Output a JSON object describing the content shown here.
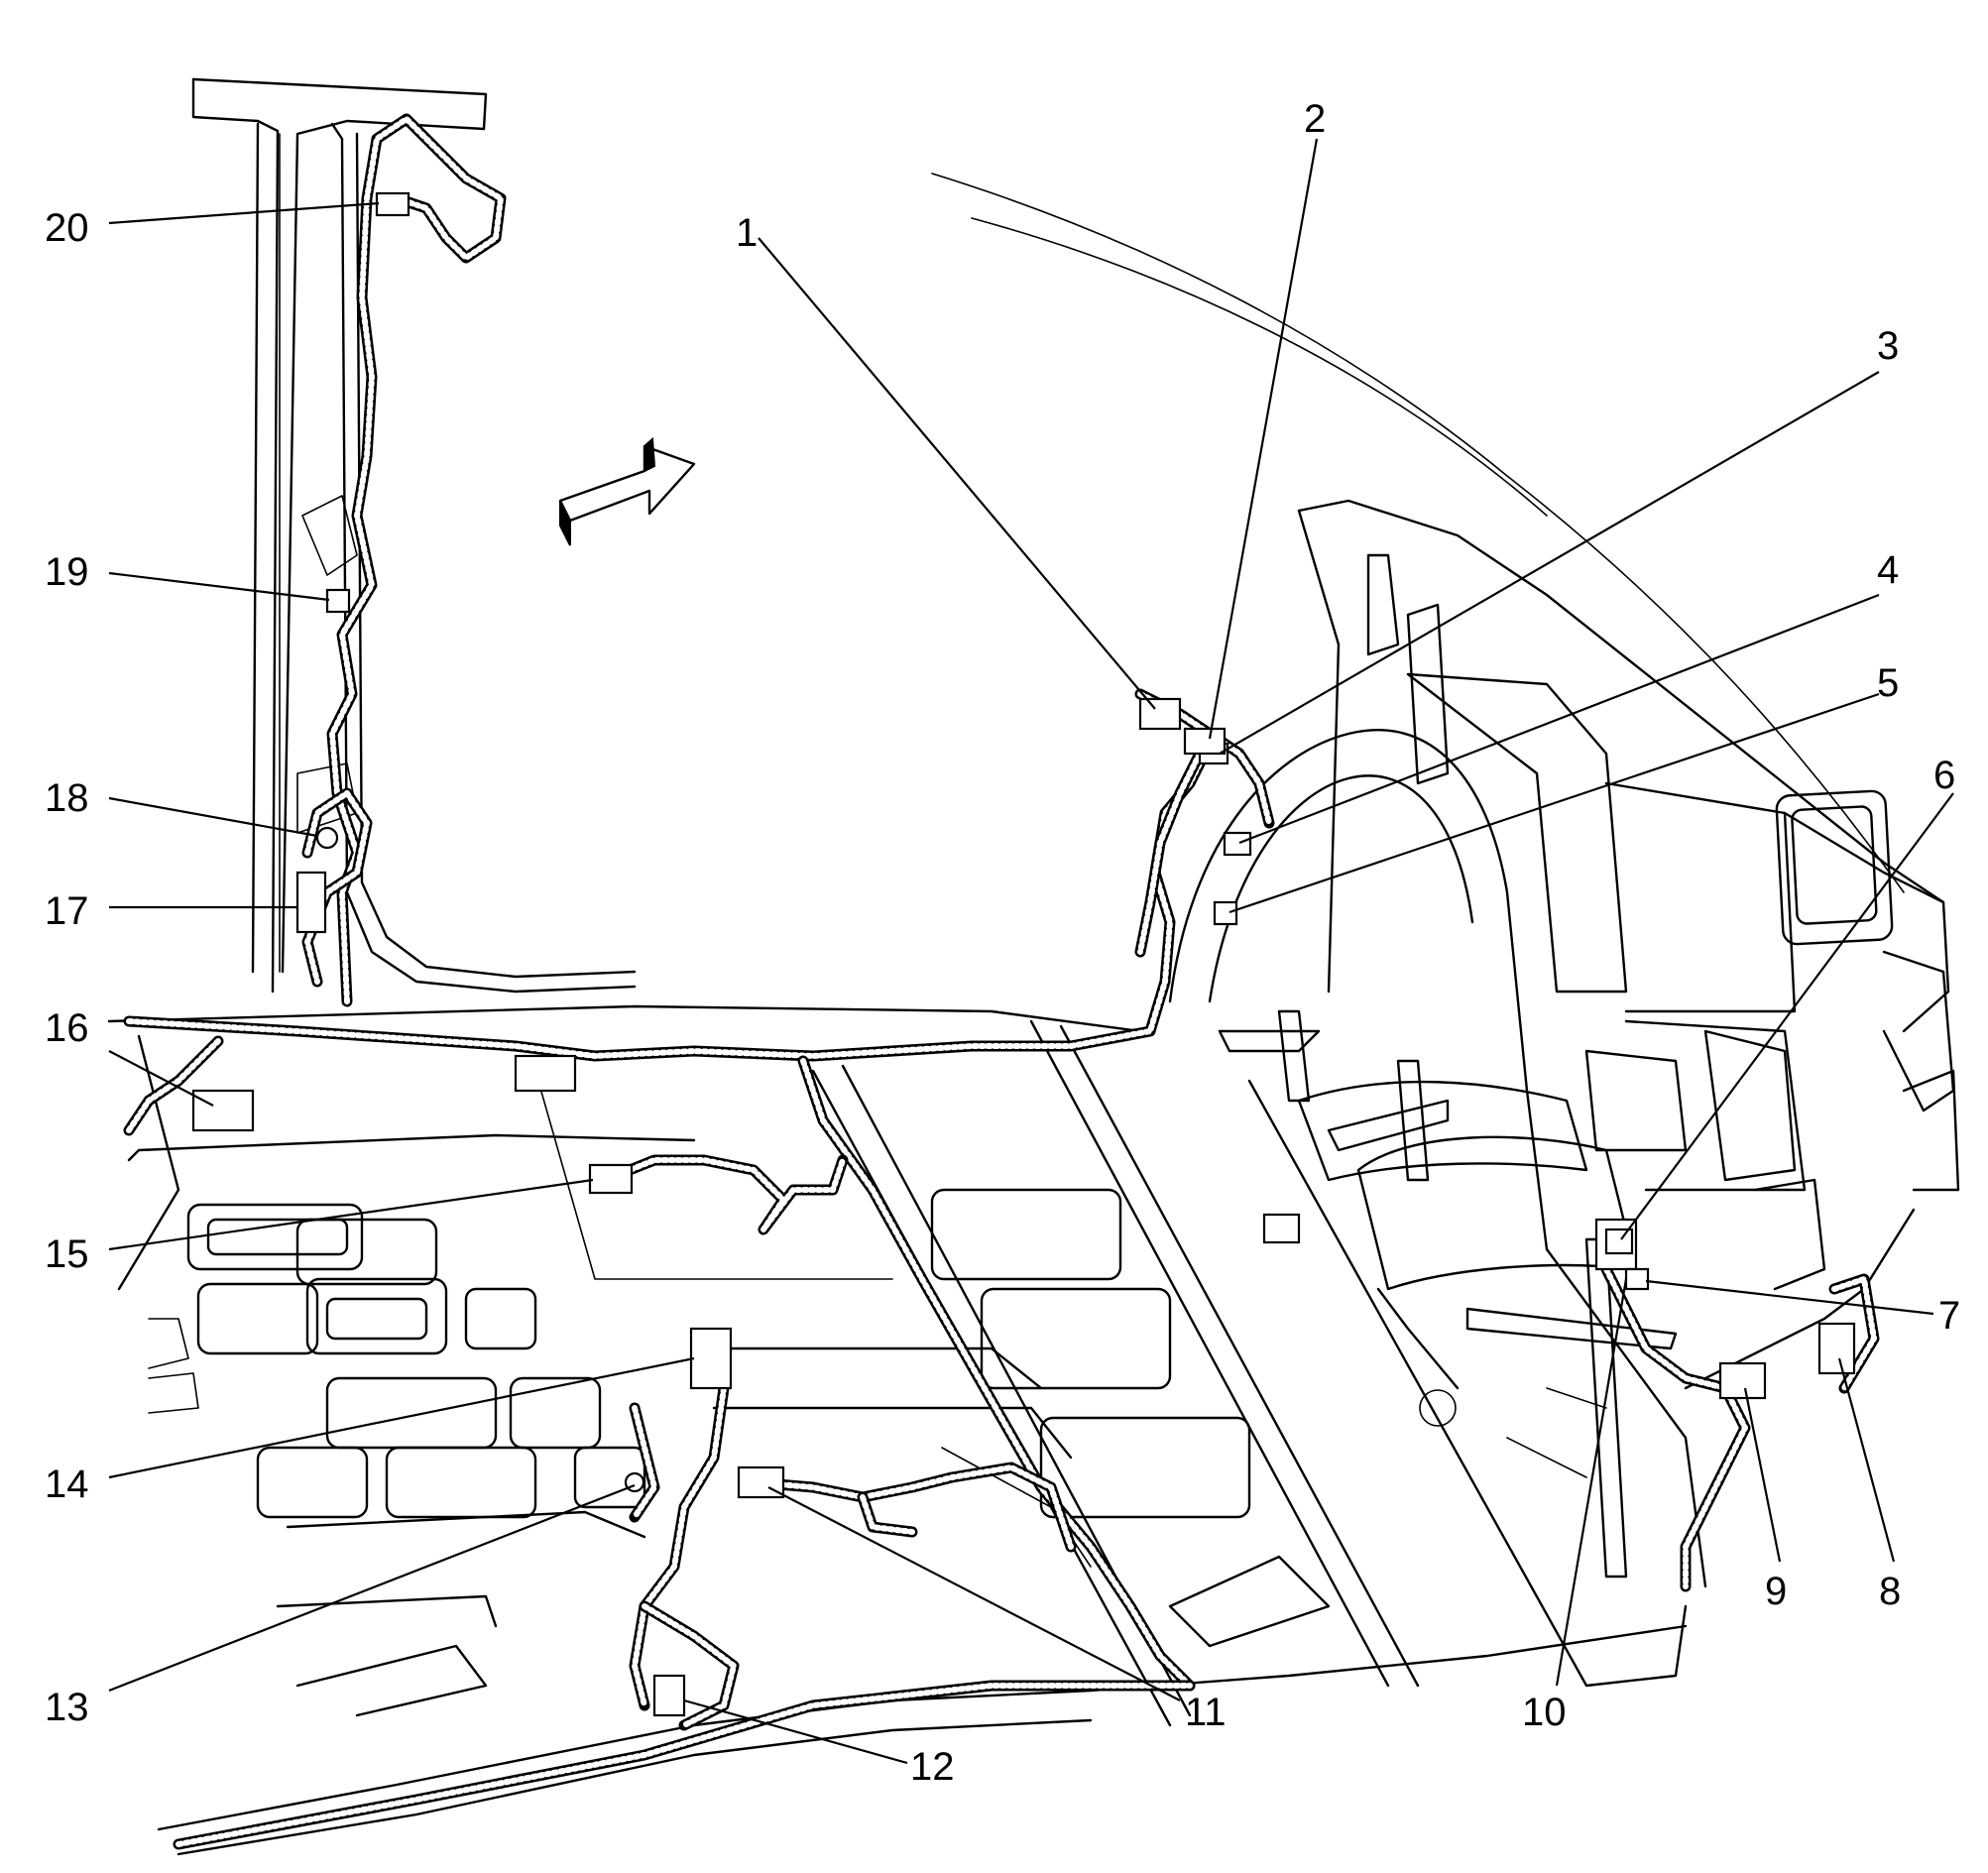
{
  "callouts": [
    {
      "id": 1,
      "label": "1"
    },
    {
      "id": 2,
      "label": "2"
    },
    {
      "id": 3,
      "label": "3"
    },
    {
      "id": 4,
      "label": "4"
    },
    {
      "id": 5,
      "label": "5"
    },
    {
      "id": 6,
      "label": "6"
    },
    {
      "id": 7,
      "label": "7"
    },
    {
      "id": 8,
      "label": "8"
    },
    {
      "id": 9,
      "label": "9"
    },
    {
      "id": 10,
      "label": "10"
    },
    {
      "id": 11,
      "label": "11"
    },
    {
      "id": 12,
      "label": "12"
    },
    {
      "id": 13,
      "label": "13"
    },
    {
      "id": 14,
      "label": "14"
    },
    {
      "id": 15,
      "label": "15"
    },
    {
      "id": 16,
      "label": "16"
    },
    {
      "id": 17,
      "label": "17"
    },
    {
      "id": 18,
      "label": "18"
    },
    {
      "id": 19,
      "label": "19"
    },
    {
      "id": 20,
      "label": "20"
    }
  ],
  "icons": {
    "direction_arrow": "forward-arrow-icon"
  },
  "colors": {
    "line": "#000000",
    "background": "#ffffff"
  }
}
